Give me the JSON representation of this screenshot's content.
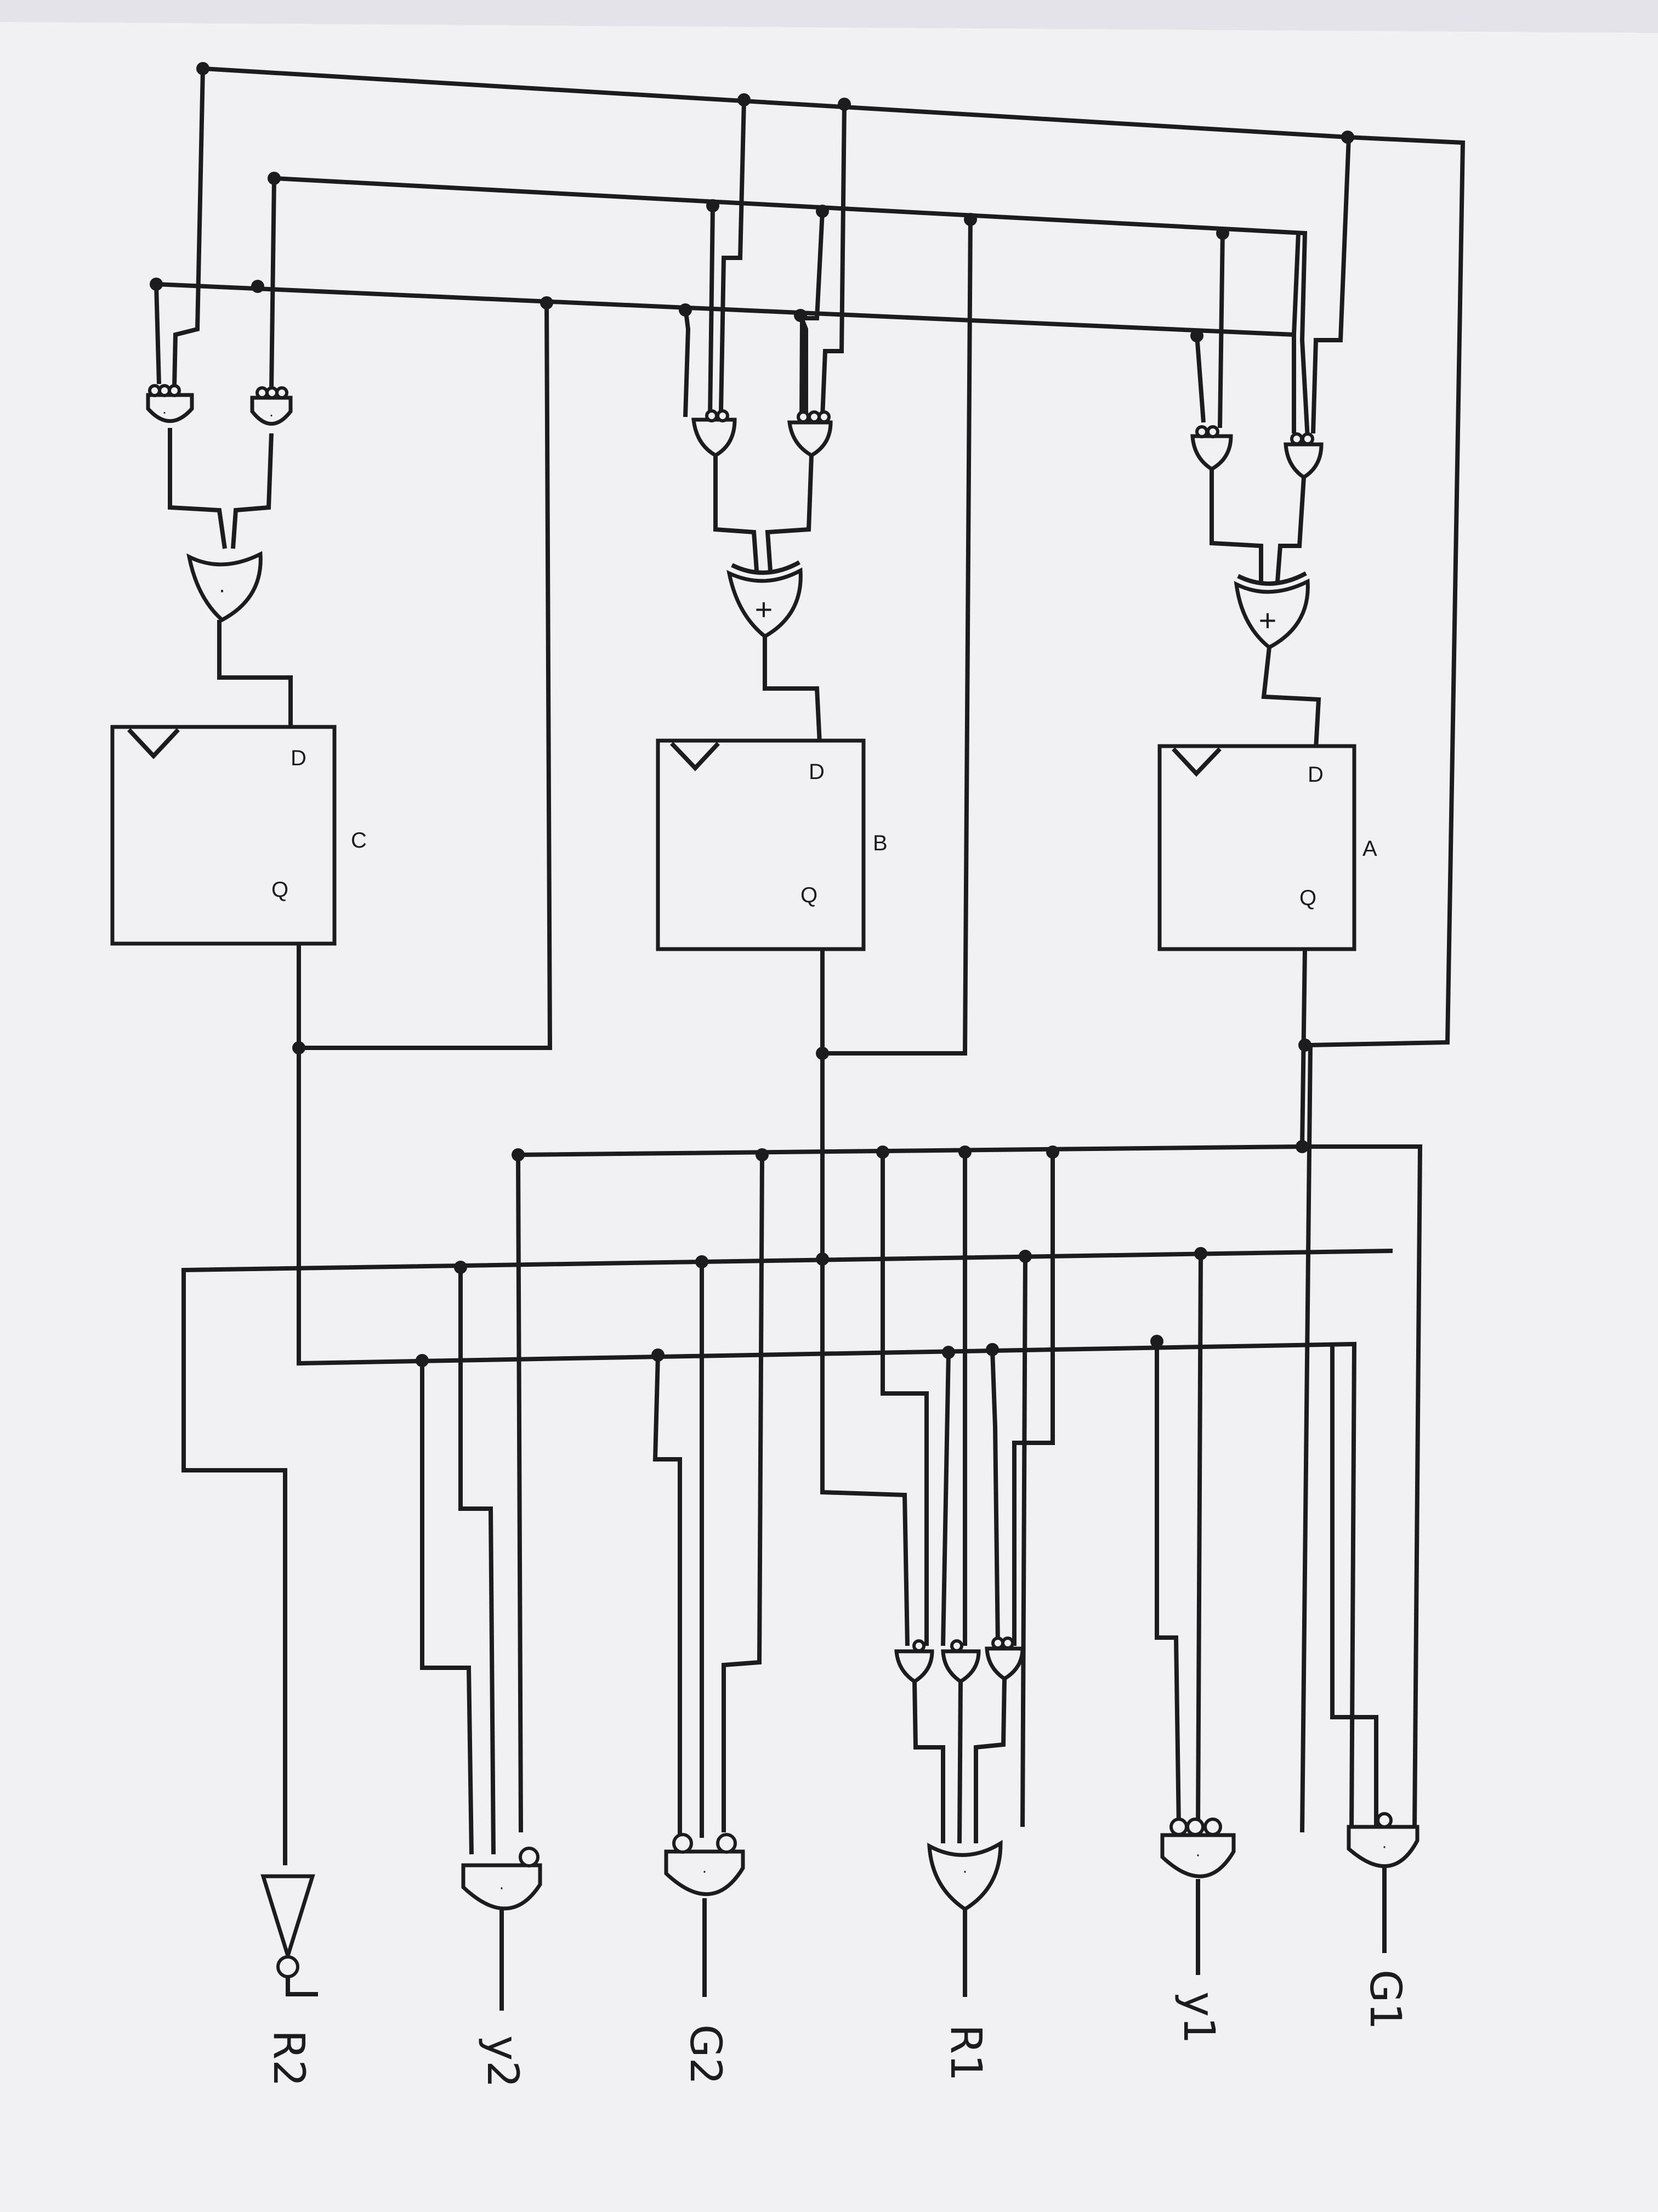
{
  "flip_flops": [
    {
      "name": "C",
      "d_label": "D",
      "q_label": "Q"
    },
    {
      "name": "B",
      "d_label": "D",
      "q_label": "Q"
    },
    {
      "name": "A",
      "d_label": "D",
      "q_label": "Q"
    }
  ],
  "gate_symbols": {
    "and": "·",
    "or": "+"
  },
  "outputs": [
    "R2",
    "y2",
    "G2",
    "R1",
    "y1",
    "G1"
  ],
  "colors": {
    "paper": "#f1f1f4",
    "ink": "#1c1c1e",
    "background": "#5c5e63"
  }
}
